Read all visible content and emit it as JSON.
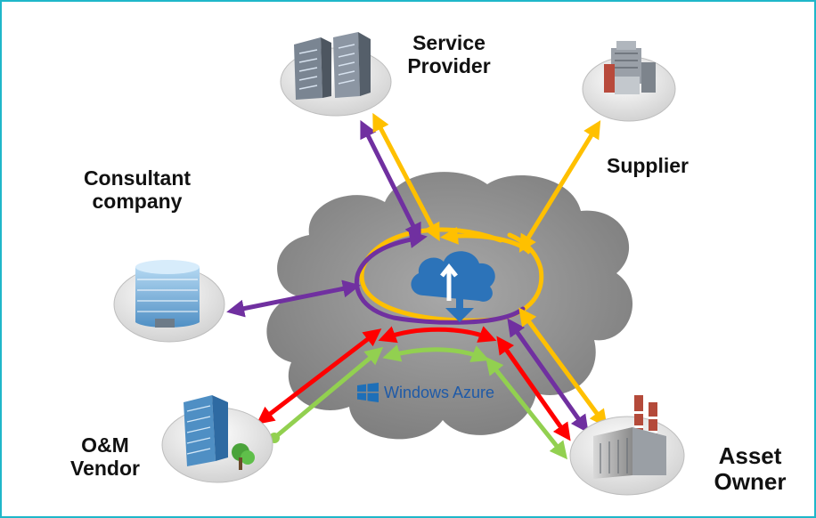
{
  "entities": {
    "service_provider": "Service\nProvider",
    "supplier": "Supplier",
    "consultant": "Consultant\ncompany",
    "om_vendor": "O&M\nVendor",
    "asset_owner": "Asset\nOwner"
  },
  "platform": {
    "label": "Windows Azure"
  },
  "colors": {
    "frame": "#1fb7c9",
    "purple": "#7030a0",
    "orange": "#ffc000",
    "red": "#ff0000",
    "green": "#92d050",
    "cloud": "#8c8c8c",
    "azure_blue": "#1e6fb8"
  },
  "icons": {
    "service_provider": "office-towers-icon",
    "supplier": "factory-icon",
    "consultant": "glass-office-building-icon",
    "om_vendor": "office-building-tree-icon",
    "asset_owner": "power-plant-icon",
    "center": "cloud-upload-download-icon",
    "azure": "windows-logo-icon"
  }
}
